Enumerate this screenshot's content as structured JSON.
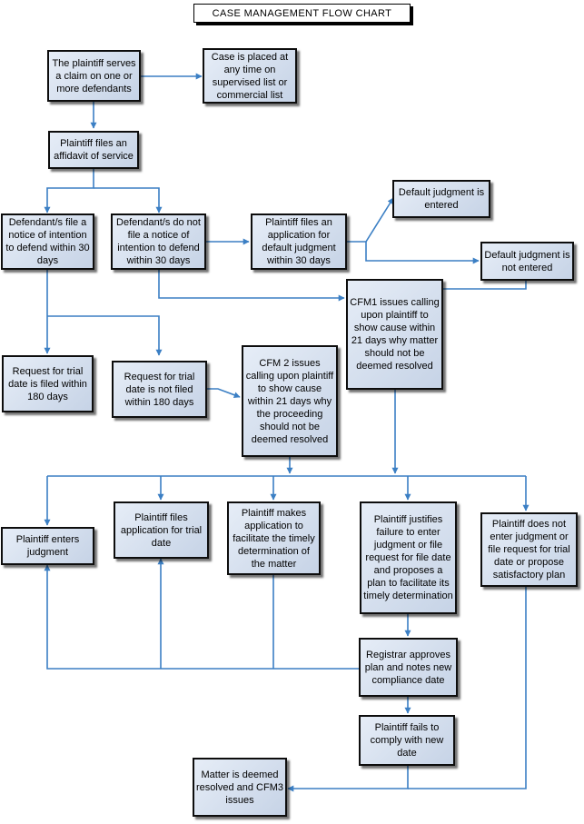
{
  "title": "CASE MANAGEMENT FLOW CHART",
  "colors": {
    "connector": "#3b7fc4",
    "box_light": "#e6edf7",
    "box_dark": "#c6d3e6",
    "border": "#0d0d0d"
  },
  "nodes": {
    "serves_claim": "The plaintiff serves a claim on one or more defendants",
    "supervised_list": "Case is placed at any time on supervised list or commercial list",
    "affidavit": "Plaintiff files an affidavit of service",
    "notice_filed": "Defendant/s file a notice of intention to defend within 30 days",
    "notice_not_filed": "Defendant/s do not file a notice of intention to defend within 30 days",
    "default_application": "Plaintiff files an application for default judgment within 30 days",
    "default_entered": "Default judgment is entered",
    "default_not_entered": "Default judgment is not entered",
    "cfm1": "CFM1 issues calling upon plaintiff to show cause within 21 days why matter should not be deemed resolved",
    "trial_filed": "Request for trial date is filed within 180 days",
    "trial_not_filed": "Request for trial date is not filed within 180 days",
    "cfm2": "CFM 2 issues calling upon plaintiff to show cause within 21 days why the proceeding should not be deemed resolved",
    "enters_judgment": "Plaintiff enters judgment",
    "files_trial_application": "Plaintiff files application for trial date",
    "makes_application": "Plaintiff makes application to facilitate the timely determination of the matter",
    "justifies_failure": "Plaintiff justifies failure to enter judgment or file request for file date and proposes a plan to facilitate its timely determination",
    "does_not_enter": "Plaintiff does not enter judgment or file request for trial date or propose satisfactory plan",
    "registrar_approves": "Registrar approves plan and notes new compliance date",
    "fails_to_comply": "Plaintiff fails to comply with new date",
    "deemed_resolved": "Matter is deemed resolved and CFM3 issues"
  }
}
